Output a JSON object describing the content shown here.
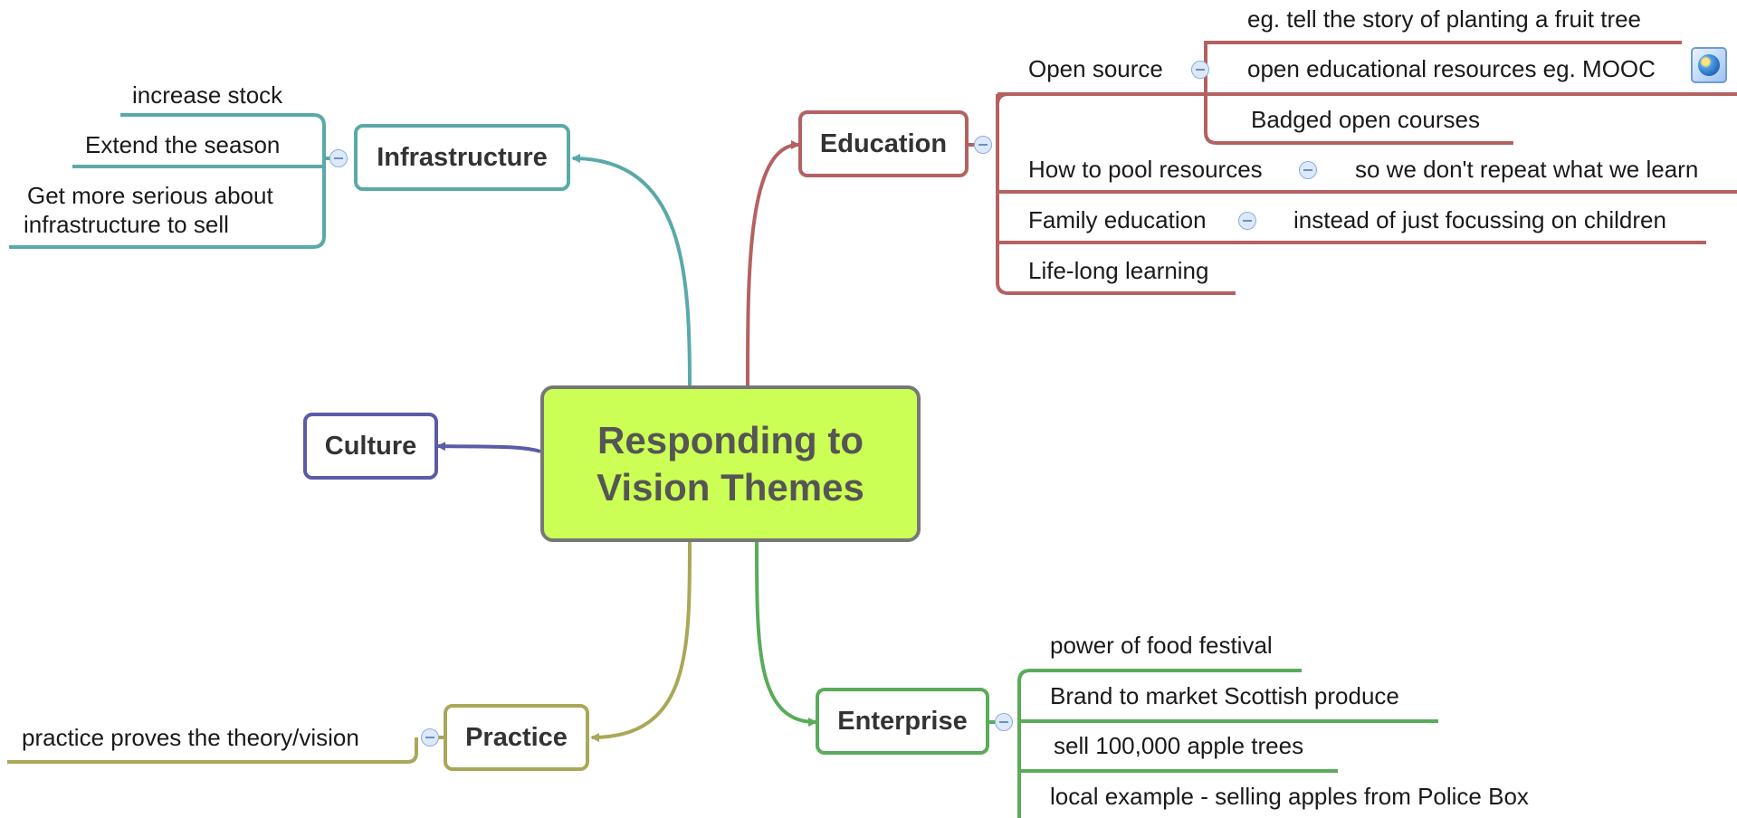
{
  "central": {
    "title_line1": "Responding to",
    "title_line2": "Vision Themes"
  },
  "colors": {
    "infrastructure": "#5aa9a9",
    "education": "#b56161",
    "culture": "#5b5ba8",
    "practice": "#a8a858",
    "enterprise": "#5aab5a",
    "central_fill": "#ccff55"
  },
  "infrastructure": {
    "label": "Infrastructure",
    "items": [
      "increase stock",
      "Extend the season",
      "Get more serious about",
      "infrastructure to sell"
    ]
  },
  "culture": {
    "label": "Culture"
  },
  "practice": {
    "label": "Practice",
    "items": [
      "practice proves the theory/vision"
    ]
  },
  "education": {
    "label": "Education",
    "open_source": {
      "label": "Open source",
      "items": [
        "eg. tell the story of planting a fruit tree",
        "open educational resources eg. MOOC",
        "Badged open courses"
      ]
    },
    "pool": {
      "label": "How to pool resources",
      "detail": "so we don't repeat what we learn"
    },
    "family": {
      "label": "Family education",
      "detail": "instead of just focussing on children"
    },
    "lifelong": {
      "label": "Life-long learning"
    }
  },
  "enterprise": {
    "label": "Enterprise",
    "items": [
      "power of food festival",
      "Brand to market Scottish produce",
      "sell 100,000 apple trees",
      "local example - selling apples from Police Box"
    ]
  },
  "icons": {
    "mooc_link": "globe-icon",
    "collapse": "collapse-minus-icon"
  }
}
